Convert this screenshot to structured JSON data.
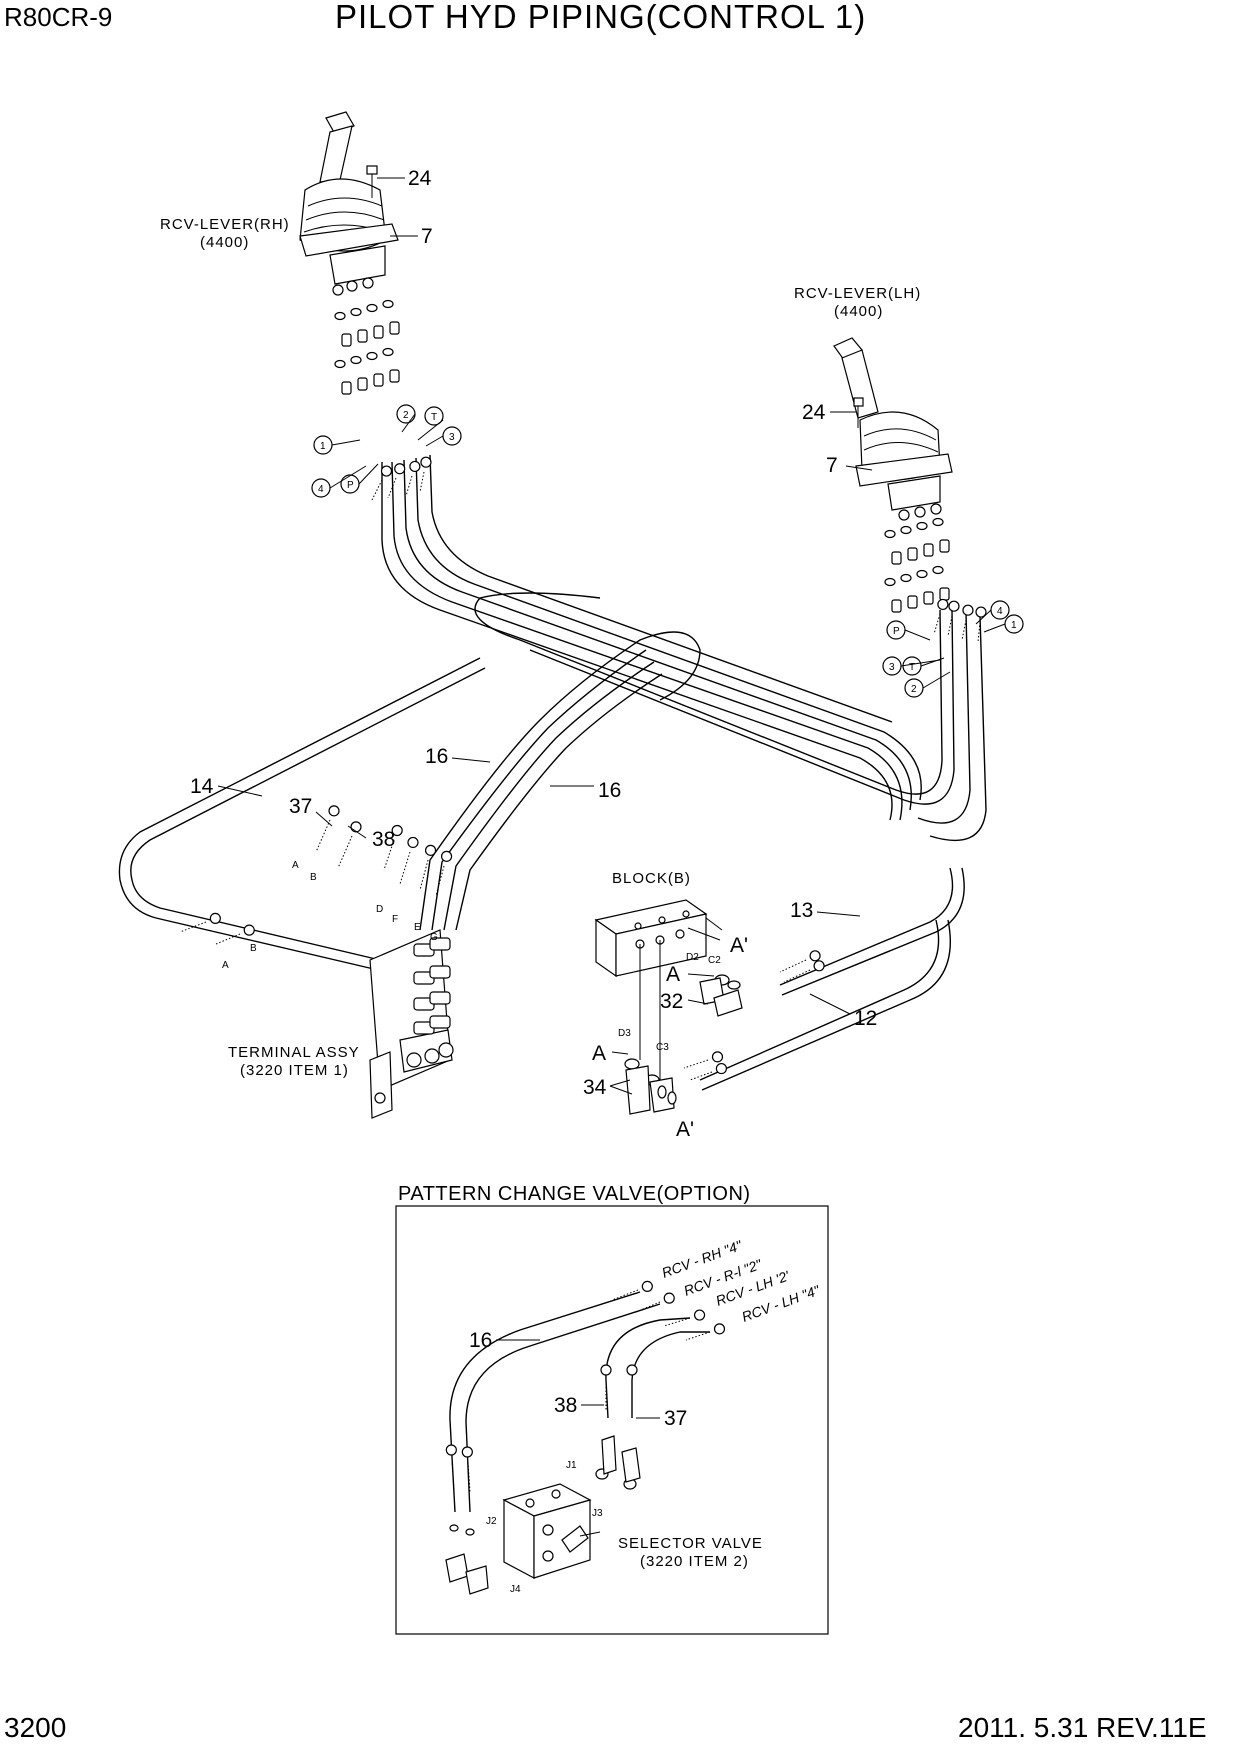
{
  "header": {
    "model": "R80CR-9",
    "title": "PILOT HYD PIPING(CONTROL 1)"
  },
  "footer": {
    "page": "3200",
    "date_rev": "2011. 5.31  REV.11E"
  },
  "labels": {
    "rcv_rh_name": "RCV-LEVER(RH)",
    "rcv_rh_ref": "(4400)",
    "rcv_lh_name": "RCV-LEVER(LH)",
    "rcv_lh_ref": "(4400)",
    "block": "BLOCK(B)",
    "terminal_name": "TERMINAL ASSY",
    "terminal_ref": "(3220 ITEM 1)",
    "pattern_title": "PATTERN CHANGE VALVE(OPTION)",
    "selector_name": "SELECTOR VALVE",
    "selector_ref": "(3220 ITEM 2)"
  },
  "callouts": {
    "rh_24": "24",
    "rh_7": "7",
    "lh_24": "24",
    "lh_7": "7",
    "c14": "14",
    "c37": "37",
    "c38": "38",
    "c16a": "16",
    "c16b": "16",
    "c13": "13",
    "c12": "12",
    "c32": "32",
    "c34": "34",
    "p16": "16",
    "p38": "38",
    "p37": "37"
  },
  "ports": {
    "rh1": "1",
    "rh2": "2",
    "rhT": "T",
    "rh3": "3",
    "rh4": "4",
    "rhP": "P",
    "lh4": "4",
    "lh1": "1",
    "lhP": "P",
    "lh3": "3",
    "lhT": "T",
    "lh2": "2"
  },
  "port_letters": {
    "a1": "A",
    "b1": "B",
    "a2": "A",
    "b2": "B",
    "d": "D",
    "f": "F",
    "e": "E",
    "g": "G",
    "d2": "D2",
    "c2": "C2",
    "d3": "D3",
    "c3": "C3",
    "A_1": "A",
    "A_2": "A",
    "Ap_1": "A'",
    "Ap_2": "A'",
    "j1": "J1",
    "j2": "J2",
    "j3": "J3",
    "j4": "J4"
  },
  "hose_tags": {
    "rh4": "RCV - RH \"4\"",
    "rh2": "RCV - R-l \"2\"",
    "lh2": "RCV - LH '2'",
    "lh4": "RCV - LH \"4\""
  }
}
